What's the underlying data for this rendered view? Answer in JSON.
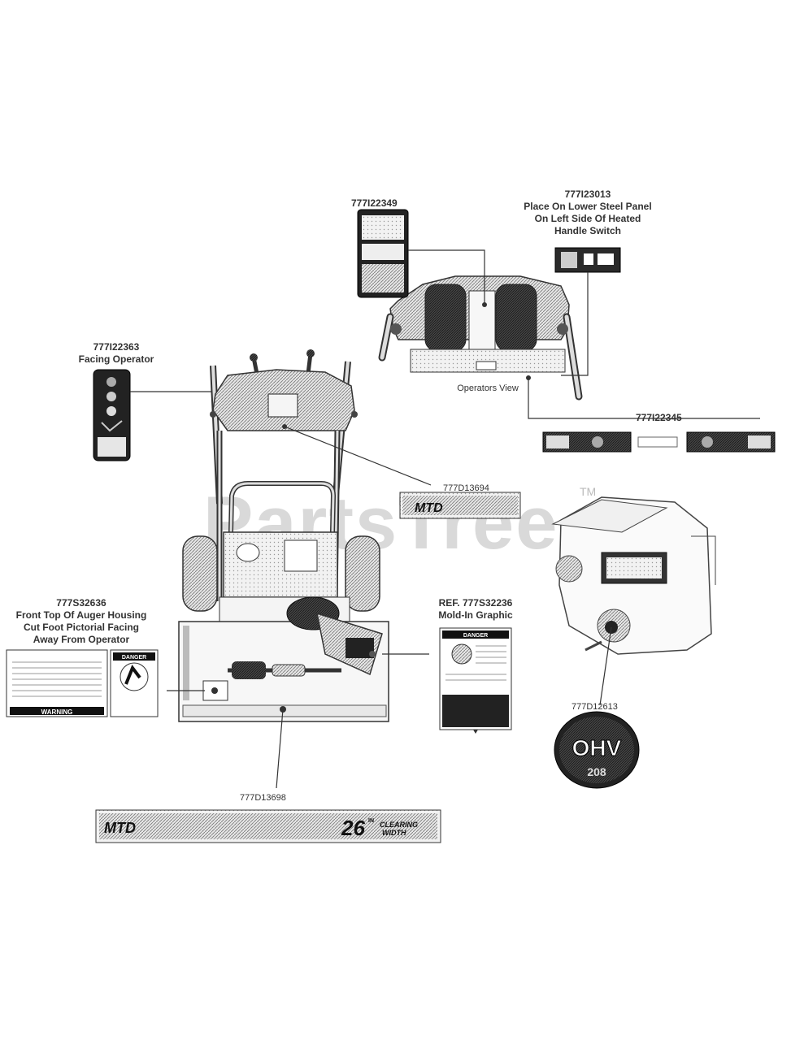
{
  "watermark": {
    "text": "PartsTree",
    "trademark": "TM"
  },
  "callouts": {
    "d349": {
      "part": "777I22349"
    },
    "d013": {
      "part": "777I23013",
      "line1": "Place On Lower Steel Panel",
      "line2": "On Left Side Of Heated",
      "line3": "Handle Switch"
    },
    "d363": {
      "part": "777I22363",
      "line1": "Facing Operator"
    },
    "d345": {
      "part": "777I22345"
    },
    "operators_view": "Operators View",
    "d694": {
      "part": "777D13694"
    },
    "s636": {
      "part": "777S32636",
      "line1": "Front Top Of Auger Housing",
      "line2": "Cut Foot Pictorial Facing",
      "line3": "Away From Operator"
    },
    "s236": {
      "part": "REF. 777S32236",
      "line1": "Mold-In Graphic"
    },
    "d613": {
      "part": "777D12613"
    },
    "d698": {
      "part": "777D13698"
    }
  },
  "decals": {
    "mtd_brand": "MTD",
    "width_number": "26",
    "width_unit": "IN",
    "width_text_1": "CLEARING",
    "width_text_2": "WIDTH",
    "danger": "DANGER",
    "warning": "WARNING",
    "ohv": "OHV",
    "ohv_cc": "208"
  }
}
